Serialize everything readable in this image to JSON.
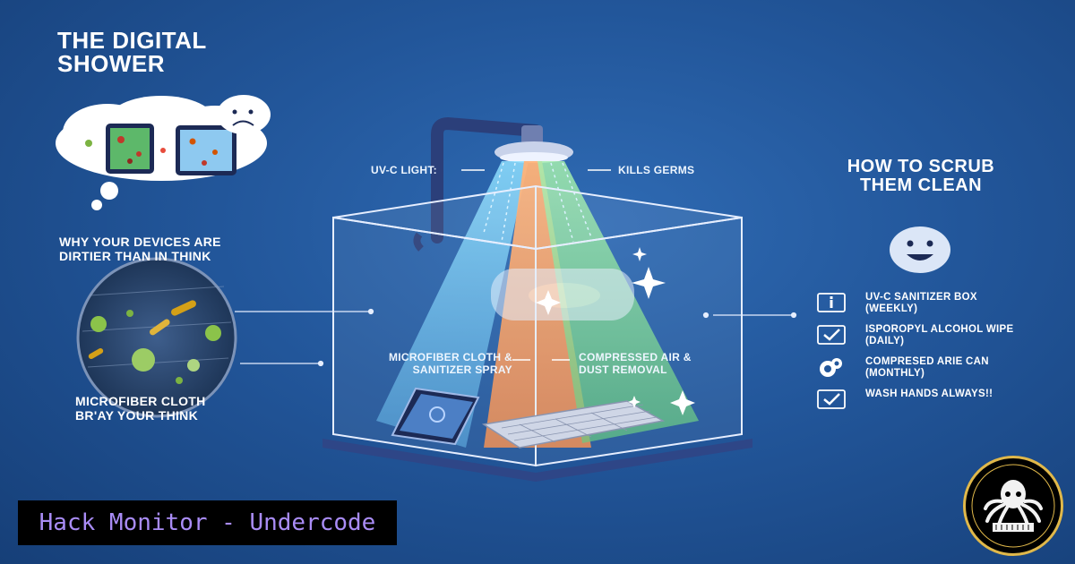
{
  "title": "THE DIGITAL SHOWER",
  "left": {
    "heading": "WHY YOUR DEVICES ARE DIRTIER THAN IN THINK",
    "caption": "MICROFIBER CLOTH BR'AY YOUR THINK"
  },
  "beams": {
    "uvc_label": "UV-C LIGHT:",
    "germs_label": "KILLS GERMS",
    "cloth_label": "MICROFIBER CLOTH & SANITIZER SPRAY",
    "air_label": "COMPRESSED AIR & DUST REMOVAL"
  },
  "right": {
    "heading": "HOW TO SCRUB THEM CLEAN",
    "steps": [
      {
        "icon": "info-icon",
        "text": "UV-C SANITIZER BOX (WEEKLY)"
      },
      {
        "icon": "checkbox-icon",
        "text": "ISPOROPYL ALCOHOL WIPE (DAILY)"
      },
      {
        "icon": "air-can-icon",
        "text": "COMPRESED ARIE CAN (MONTHLY)"
      },
      {
        "icon": "checkbox-icon",
        "text": "WASH HANDS ALWAYS!!"
      }
    ]
  },
  "watermark": "Hack Monitor - Undercode",
  "colors": {
    "background": "#22569a",
    "beam_blue": "#6ecbf2",
    "beam_orange": "#f29a5c",
    "beam_green": "#74d28a",
    "brand_text": "#a98cf5",
    "logo_ring": "#e0b84a"
  }
}
